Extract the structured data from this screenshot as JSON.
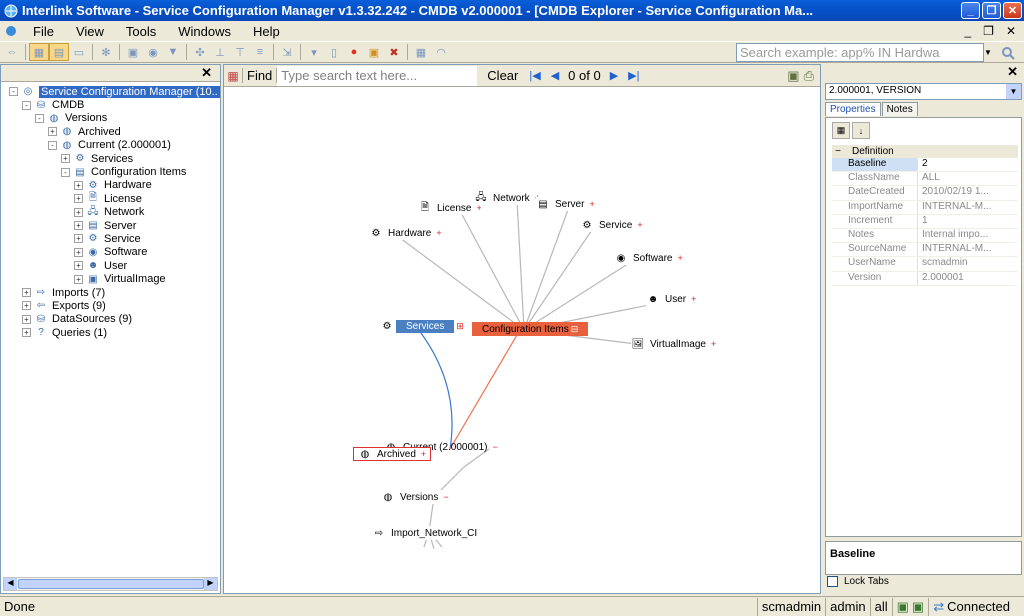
{
  "window": {
    "title": "Interlink Software - Service Configuration Manager v1.3.32.242 -  CMDB v2.000001 - [CMDB Explorer - Service Configuration Ma...",
    "buttons": [
      "_",
      "❐",
      "✕"
    ]
  },
  "menu": {
    "items": [
      "File",
      "View",
      "Tools",
      "Windows",
      "Help"
    ]
  },
  "toolbar": {
    "search_placeholder": "Search example: app% IN Hardwa"
  },
  "tree": {
    "nodes": [
      {
        "label": "Service Configuration Manager (10..",
        "level": 0,
        "expander": "-",
        "icon": "globe-icon"
      },
      {
        "label": "CMDB",
        "level": 1,
        "expander": "-",
        "icon": "database-icon"
      },
      {
        "label": "Versions",
        "level": 2,
        "expander": "-",
        "icon": "versions-icon"
      },
      {
        "label": "Archived",
        "level": 3,
        "expander": "+",
        "icon": "version-icon"
      },
      {
        "label": "Current (2.000001)",
        "level": 3,
        "expander": "-",
        "icon": "version-icon"
      },
      {
        "label": "Services",
        "level": 4,
        "expander": "+",
        "icon": "services-icon"
      },
      {
        "label": "Configuration Items",
        "level": 4,
        "expander": "-",
        "icon": "config-items-icon"
      },
      {
        "label": "Hardware",
        "level": 5,
        "expander": "+",
        "icon": "hardware-icon"
      },
      {
        "label": "License",
        "level": 5,
        "expander": "+",
        "icon": "license-icon"
      },
      {
        "label": "Network",
        "level": 5,
        "expander": "+",
        "icon": "network-icon"
      },
      {
        "label": "Server",
        "level": 5,
        "expander": "+",
        "icon": "server-icon"
      },
      {
        "label": "Service",
        "level": 5,
        "expander": "+",
        "icon": "service-icon"
      },
      {
        "label": "Software",
        "level": 5,
        "expander": "+",
        "icon": "software-icon"
      },
      {
        "label": "User",
        "level": 5,
        "expander": "+",
        "icon": "user-icon"
      },
      {
        "label": "VirtualImage",
        "level": 5,
        "expander": "+",
        "icon": "virtual-image-icon"
      },
      {
        "label": "Imports (7)",
        "level": 1,
        "expander": "+",
        "icon": "imports-icon"
      },
      {
        "label": "Exports (9)",
        "level": 1,
        "expander": "+",
        "icon": "exports-icon"
      },
      {
        "label": "DataSources (9)",
        "level": 1,
        "expander": "+",
        "icon": "datasources-icon"
      },
      {
        "label": "Queries (1)",
        "level": 1,
        "expander": "+",
        "icon": "queries-icon"
      }
    ]
  },
  "find": {
    "label": "Find",
    "placeholder": "Type search text here...",
    "clear": "Clear",
    "count": "0 of 0"
  },
  "graph": {
    "nodes": [
      {
        "id": "license",
        "label": "License"
      },
      {
        "id": "network",
        "label": "Network"
      },
      {
        "id": "server",
        "label": "Server"
      },
      {
        "id": "service",
        "label": "Service"
      },
      {
        "id": "hardware",
        "label": "Hardware"
      },
      {
        "id": "software",
        "label": "Software"
      },
      {
        "id": "user",
        "label": "User"
      },
      {
        "id": "services",
        "label": "Services"
      },
      {
        "id": "config",
        "label": "Configuration Items"
      },
      {
        "id": "virtual",
        "label": "VirtualImage"
      },
      {
        "id": "current",
        "label": "Current (2.000001)"
      },
      {
        "id": "archived",
        "label": "Archived"
      },
      {
        "id": "versions",
        "label": "Versions"
      },
      {
        "id": "import",
        "label": "Import_Network_CI"
      }
    ]
  },
  "properties": {
    "selector": "2.000001, VERSION",
    "tabs": [
      "Properties",
      "Notes"
    ],
    "category": "Definition",
    "rows": [
      {
        "key": "Baseline",
        "value": "2"
      },
      {
        "key": "ClassName",
        "value": "ALL"
      },
      {
        "key": "DateCreated",
        "value": "2010/02/19 1..."
      },
      {
        "key": "ImportName",
        "value": "INTERNAL-M..."
      },
      {
        "key": "Increment",
        "value": "1"
      },
      {
        "key": "Notes",
        "value": "Internal impo..."
      },
      {
        "key": "SourceName",
        "value": "INTERNAL-M..."
      },
      {
        "key": "UserName",
        "value": "scmadmin"
      },
      {
        "key": "Version",
        "value": "2.000001"
      }
    ],
    "description_title": "Baseline",
    "lock_tabs": "Lock Tabs"
  },
  "status": {
    "text": "Done",
    "user": "scmadmin",
    "role": "admin",
    "scope": "all",
    "connection": "Connected"
  },
  "colors": {
    "services_node": "#4a7fc1",
    "config_node": "#e8603c",
    "selection": "#316ac5"
  }
}
